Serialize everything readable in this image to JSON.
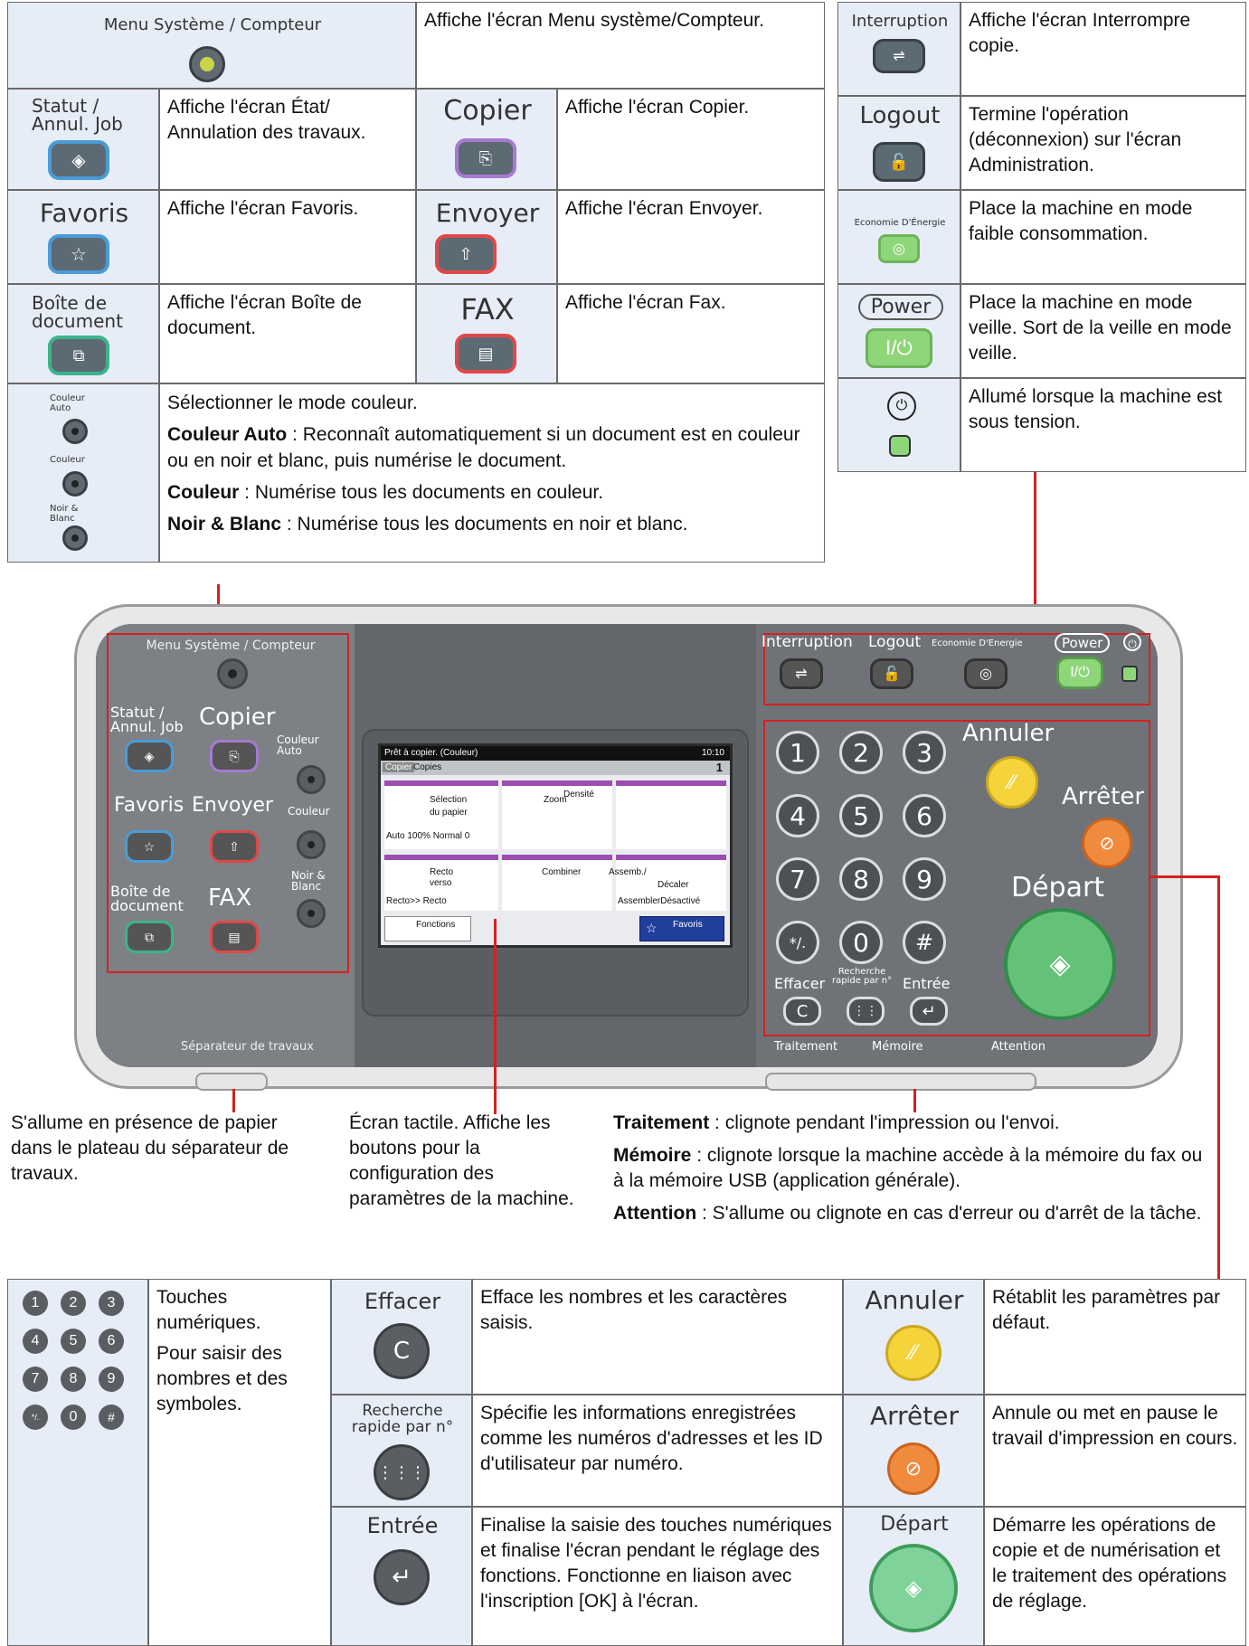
{
  "top_left": {
    "menu_label": "Menu Système / Compteur",
    "menu_desc": "Affiche l'écran Menu système/Compteur.",
    "statut_label_1": "Statut /",
    "statut_label_2": "Annul. Job",
    "statut_desc": "Affiche l'écran État/ Annulation des travaux.",
    "copier_label": "Copier",
    "copier_desc": "Affiche l'écran Copier.",
    "favoris_label": "Favoris",
    "favoris_desc": "Affiche l'écran Favoris.",
    "envoyer_label": "Envoyer",
    "envoyer_desc": "Affiche l'écran Envoyer.",
    "boite_label_1": "Boîte de",
    "boite_label_2": "document",
    "boite_desc": "Affiche l'écran Boîte de document.",
    "fax_label": "FAX",
    "fax_desc": "Affiche l'écran Fax.",
    "color_labels": [
      "Couleur Auto",
      "Couleur",
      "Noir & Blanc"
    ],
    "color_intro": "Sélectionner le mode couleur.",
    "auto_term": "Couleur Auto",
    "auto_text": " : Reconnaît automatiquement si un document est en couleur ou en noir et blanc, puis numérise le document.",
    "couleur_term": "Couleur",
    "couleur_text": " : Numérise tous les documents en couleur.",
    "nb_term": "Noir & Blanc",
    "nb_text": " : Numérise tous les documents en noir et blanc."
  },
  "top_right": {
    "interruption_label": "Interruption",
    "interruption_desc": "Affiche l'écran Interrompre copie.",
    "logout_label": "Logout",
    "logout_desc": "Termine l'opération (déconnexion) sur l'écran Administration.",
    "eco_label": "Economie D'Énergie",
    "eco_desc": "Place la machine en mode faible consommation.",
    "power_label": "Power",
    "power_key": "I/⏻",
    "power_desc": "Place la machine en mode veille. Sort de la veille en mode veille.",
    "main_desc": "Allumé lorsque la machine est sous tension."
  },
  "panel": {
    "menu_label": "Menu Système / Compteur",
    "statut_1": "Statut /",
    "statut_2": "Annul. Job",
    "copier": "Copier",
    "favoris": "Favoris",
    "envoyer": "Envoyer",
    "boite_1": "Boîte de",
    "boite_2": "document",
    "fax": "FAX",
    "couleur_auto_1": "Couleur",
    "couleur_auto_2": "Auto",
    "couleur": "Couleur",
    "nb_1": "Noir &",
    "nb_2": "Blanc",
    "separateur": "Séparateur de travaux",
    "interruption": "Interruption",
    "logout": "Logout",
    "eco": "Economie D'Energie",
    "power": "Power",
    "power_key": "I/⏻",
    "annuler": "Annuler",
    "arreter": "Arrêter",
    "depart": "Départ",
    "effacer": "Effacer",
    "recherche_1": "Recherche",
    "recherche_2": "rapide par n°",
    "entree": "Entrée",
    "keys": [
      "1",
      "2",
      "3",
      "4",
      "5",
      "6",
      "7",
      "8",
      "9",
      "*/.",
      "0",
      "#"
    ],
    "traitement": "Traitement",
    "memoire": "Mémoire",
    "attention": "Attention",
    "screen": {
      "status": "Prêt à copier. (Couleur)",
      "time": "10:10",
      "tab_copier": "Copier",
      "copies_label": "Copies",
      "copies_value": "1",
      "sel_1": "Sélection",
      "sel_2": "du papier",
      "sel_value": "Auto 100% Normal 0",
      "zoom": "Zoom",
      "densite": "Densité",
      "recto_1": "Recto",
      "recto_2": "verso",
      "recto_value": "Recto>> Recto",
      "combiner": "Combiner",
      "assemb": "Assemb./",
      "decaler": "Décaler",
      "assemb_value": "AssemblerDésactivé",
      "fonctions": "Fonctions",
      "favoris": "Favoris"
    }
  },
  "callouts": {
    "separateur": "S'allume en présence de papier dans le plateau du séparateur de travaux.",
    "ecran": "Écran tactile. Affiche les boutons pour la configuration des paramètres de la machine.",
    "traitement_term": "Traitement",
    "traitement_text": " : clignote pendant l'impression ou l'envoi.",
    "memoire_term": "Mémoire",
    "memoire_text": " : clignote lorsque la machine accède à la mémoire du fax ou à la mémoire USB (application générale).",
    "attention_term": "Attention",
    "attention_text": " : S'allume ou clignote en cas d'erreur ou d'arrêt de la tâche."
  },
  "bottom": {
    "keys": [
      "1",
      "2",
      "3",
      "4",
      "5",
      "6",
      "7",
      "8",
      "9",
      "*/.",
      "0",
      "#"
    ],
    "num_desc_1": "Touches numériques.",
    "num_desc_2": "Pour saisir des nombres et des symboles.",
    "effacer_label": "Effacer",
    "effacer_key": "C",
    "effacer_desc": "Efface les nombres et les caractères saisis.",
    "recherche_1": "Recherche",
    "recherche_2": "rapide par n°",
    "recherche_desc": "Spécifie les informations enregistrées comme les numéros d'adresses et les ID d'utilisateur par numéro.",
    "entree_label": "Entrée",
    "entree_desc": "Finalise la saisie des touches numériques et finalise l'écran pendant le réglage des fonctions. Fonctionne en liaison avec l'inscription [OK] à l'écran.",
    "annuler_label": "Annuler",
    "annuler_desc": "Rétablit les paramètres par défaut.",
    "arreter_label": "Arrêter",
    "arreter_desc": "Annule ou met en pause le travail d'impression en cours.",
    "depart_label": "Départ",
    "depart_desc": "Démarre les opérations de copie et de numérisation et le traitement des opérations de réglage."
  }
}
